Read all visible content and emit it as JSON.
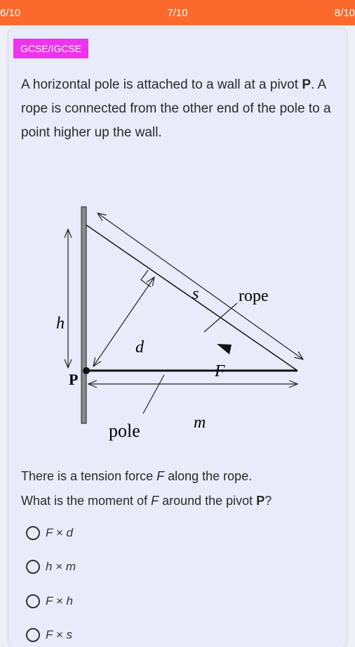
{
  "nav": {
    "prev": "6/10",
    "current": "7/10",
    "next": "8/10"
  },
  "badge": "GCSE/IGCSE",
  "question": {
    "part1": "A horizontal pole is attached to a wall at a pivot ",
    "pivot": "P",
    "part2": ". A rope is connected from the other end of the pole to a point higher up the wall."
  },
  "diagram": {
    "h": "h",
    "s": "s",
    "rope": "rope",
    "d": "d",
    "F": "F",
    "P": "P",
    "m": "m",
    "pole": "pole"
  },
  "prompt": {
    "line1_a": "There is a tension force ",
    "line1_F": "F",
    "line1_b": " along the rope.",
    "line2_a": "What is the moment of ",
    "line2_F": "F",
    "line2_b": " around the pivot ",
    "line2_P": "P",
    "line2_c": "?"
  },
  "options": [
    "F × d",
    "h × m",
    "F × h",
    "F × s"
  ]
}
